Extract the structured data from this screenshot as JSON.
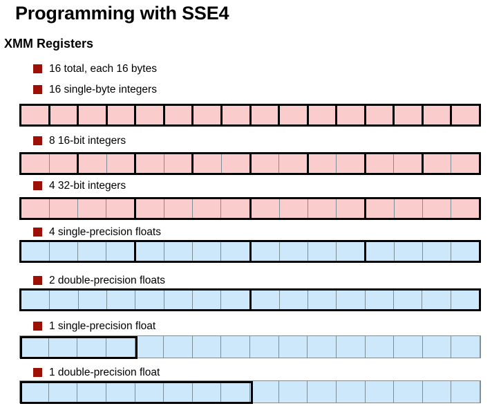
{
  "slide": {
    "title": "Programming with SSE4",
    "section_heading": "XMM Registers"
  },
  "colors": {
    "bullet_marker": "#9C1006",
    "integer_cell": "#FBCCCC",
    "float_cell": "#CDE8FB",
    "border": "#000000",
    "thin_divider": "#7D8E97"
  },
  "bullets": [
    {
      "label": "16 total, each 16 bytes"
    },
    {
      "label": "16 single-byte integers"
    },
    {
      "label": "8 16-bit integers"
    },
    {
      "label": "4 32-bit integers"
    },
    {
      "label": "4 single-precision floats"
    },
    {
      "label": "2 double-precision floats"
    },
    {
      "label": "1 single-precision float"
    },
    {
      "label": "1 double-precision float"
    }
  ],
  "registers": [
    {
      "name": "16-single-byte-integers",
      "describes": "16 single-byte integers",
      "total_cells": 16,
      "group_size": 1,
      "groups": 16,
      "cell_color": "#FBCCCC",
      "type": "integer",
      "highlight_cells": 0
    },
    {
      "name": "8-16-bit-integers",
      "describes": "8 16-bit integers",
      "total_cells": 16,
      "group_size": 2,
      "groups": 8,
      "cell_color": "#FBCCCC",
      "type": "integer",
      "highlight_cells": 0
    },
    {
      "name": "4-32-bit-integers",
      "describes": "4 32-bit integers",
      "total_cells": 16,
      "group_size": 4,
      "groups": 4,
      "cell_color": "#FBCCCC",
      "type": "integer",
      "highlight_cells": 0
    },
    {
      "name": "4-single-precision-floats",
      "describes": "4 single-precision floats",
      "total_cells": 16,
      "group_size": 4,
      "groups": 4,
      "cell_color": "#CDE8FB",
      "type": "float",
      "highlight_cells": 0
    },
    {
      "name": "2-double-precision-floats",
      "describes": "2 double-precision floats",
      "total_cells": 16,
      "group_size": 8,
      "groups": 2,
      "cell_color": "#CDE8FB",
      "type": "float",
      "highlight_cells": 0
    },
    {
      "name": "1-single-precision-float",
      "describes": "1 single-precision float",
      "total_cells": 16,
      "group_size": 16,
      "groups": 1,
      "cell_color": "#CDE8FB",
      "type": "float",
      "highlight_cells": 4
    },
    {
      "name": "1-double-precision-float",
      "describes": "1 double-precision float",
      "total_cells": 16,
      "group_size": 16,
      "groups": 1,
      "cell_color": "#CDE8FB",
      "type": "float",
      "highlight_cells": 8
    }
  ],
  "layout": {
    "bullet_tops": [
      88,
      118,
      192,
      257,
      324,
      394,
      460,
      527
    ],
    "register_tops": [
      150,
      220,
      285,
      347,
      417,
      485,
      550
    ]
  }
}
